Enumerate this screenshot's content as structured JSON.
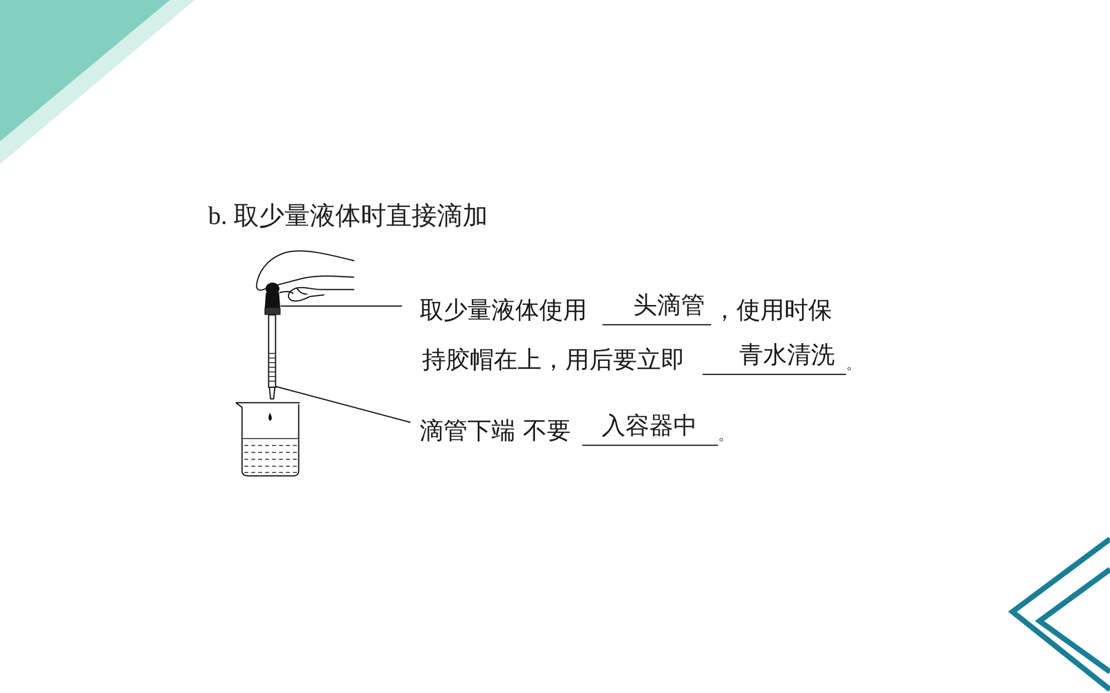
{
  "diagram": {
    "title": "b. 取少量液体时直接滴加",
    "labels": [
      "取少量液体使用",
      "头滴管",
      "，使用时保",
      "持胶帽在上，用后要立即",
      "青水清洗",
      "。",
      "滴管下端 不要",
      "入容器中",
      "。"
    ]
  }
}
